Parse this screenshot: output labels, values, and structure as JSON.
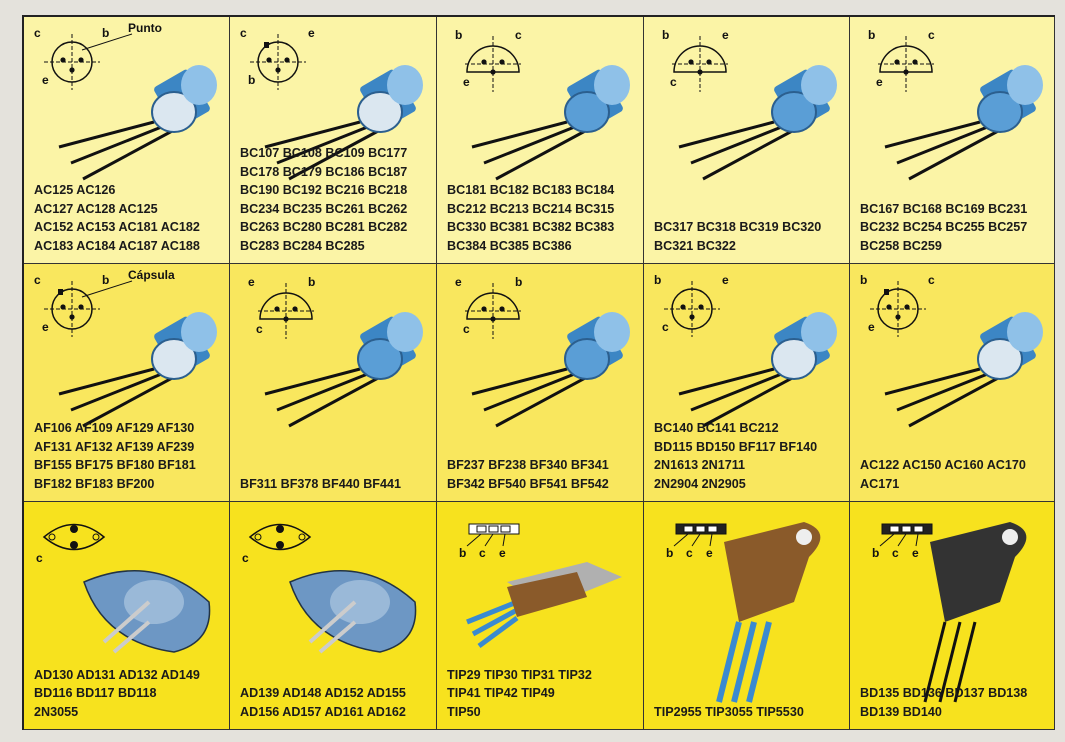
{
  "colors": {
    "row1": "#fbf4a6",
    "row2": "#f9e75e",
    "row3": "#f7e21e",
    "body_blue": "#3c86c4",
    "power_brown": "#8a5a2a",
    "metal": "#6d97c4"
  },
  "cells": [
    {
      "kind": "to18",
      "pins": [
        "c",
        "b",
        "e"
      ],
      "note": "Punto",
      "lines": [
        "AC125 AC126",
        "AC127 AC128 AC125",
        "AC152 AC153 AC181 AC182",
        "AC183 AC184 AC187 AC188"
      ]
    },
    {
      "kind": "to18tab",
      "pins": [
        "c",
        "e",
        "b"
      ],
      "lines": [
        "BC107 BC108 BC109 BC177",
        "BC178 BC179 BC186 BC187",
        "BC190 BC192 BC216 BC218",
        "BC234 BC235 BC261 BC262",
        "BC263 BC280 BC281 BC282",
        "BC283 BC284 BC285"
      ]
    },
    {
      "kind": "to92",
      "pins": [
        "b",
        "c",
        "e"
      ],
      "lines": [
        "BC181 BC182 BC183 BC184",
        "BC212 BC213 BC214 BC315",
        "BC330 BC381 BC382 BC383",
        "BC384 BC385 BC386"
      ]
    },
    {
      "kind": "to92",
      "pins": [
        "b",
        "e",
        "c"
      ],
      "lines": [
        "BC317 BC318 BC319 BC320",
        "BC321 BC322"
      ]
    },
    {
      "kind": "to92",
      "pins": [
        "b",
        "c",
        "e"
      ],
      "lines": [
        "BC167 BC168 BC169 BC231",
        "BC232 BC254 BC255 BC257",
        "BC258 BC259"
      ]
    },
    {
      "kind": "to18tab",
      "pins": [
        "c",
        "b",
        "e"
      ],
      "note": "Cápsula",
      "lines": [
        "AF106 AF109 AF129 AF130",
        "AF131 AF132 AF139 AF239",
        "BF155 BF175 BF180 BF181",
        "BF182 BF183 BF200"
      ]
    },
    {
      "kind": "to92",
      "pins": [
        "e",
        "b",
        "c"
      ],
      "lines": [
        "BF311 BF378 BF440 BF441"
      ]
    },
    {
      "kind": "to92",
      "pins": [
        "e",
        "b",
        "c"
      ],
      "lines": [
        "BF237 BF238 BF340 BF341",
        "BF342 BF540 BF541 BF542"
      ]
    },
    {
      "kind": "to18",
      "pins": [
        "b",
        "e",
        "c"
      ],
      "lines": [
        "BC140 BC141 BC212",
        "BD115 BD150 BF117 BF140",
        "2N1613 2N1711",
        "2N2904 2N2905"
      ]
    },
    {
      "kind": "to18tab",
      "pins": [
        "b",
        "c",
        "e"
      ],
      "lines": [
        "AC122 AC150 AC160 AC170",
        "AC171"
      ]
    },
    {
      "kind": "to3",
      "pins": [
        "c"
      ],
      "lines": [
        "AD130 AD131 AD132 AD149",
        "BD116 BD117 BD118",
        "2N3055"
      ]
    },
    {
      "kind": "to3",
      "pins": [
        "c"
      ],
      "lines": [
        "AD139 AD148 AD152 AD155",
        "AD156 AD157 AD161 AD162"
      ]
    },
    {
      "kind": "to220",
      "pins": [
        "b",
        "c",
        "e"
      ],
      "lines": [
        "TIP29 TIP30 TIP31 TIP32",
        "TIP41 TIP42 TIP49",
        "TIP50"
      ]
    },
    {
      "kind": "to3p",
      "pins": [
        "b",
        "c",
        "e"
      ],
      "lines": [
        "TIP2955 TIP3055 TIP5530"
      ]
    },
    {
      "kind": "sot32",
      "pins": [
        "b",
        "c",
        "e"
      ],
      "lines": [
        "BD135 BD136 BD137 BD138",
        "BD139 BD140"
      ]
    }
  ]
}
